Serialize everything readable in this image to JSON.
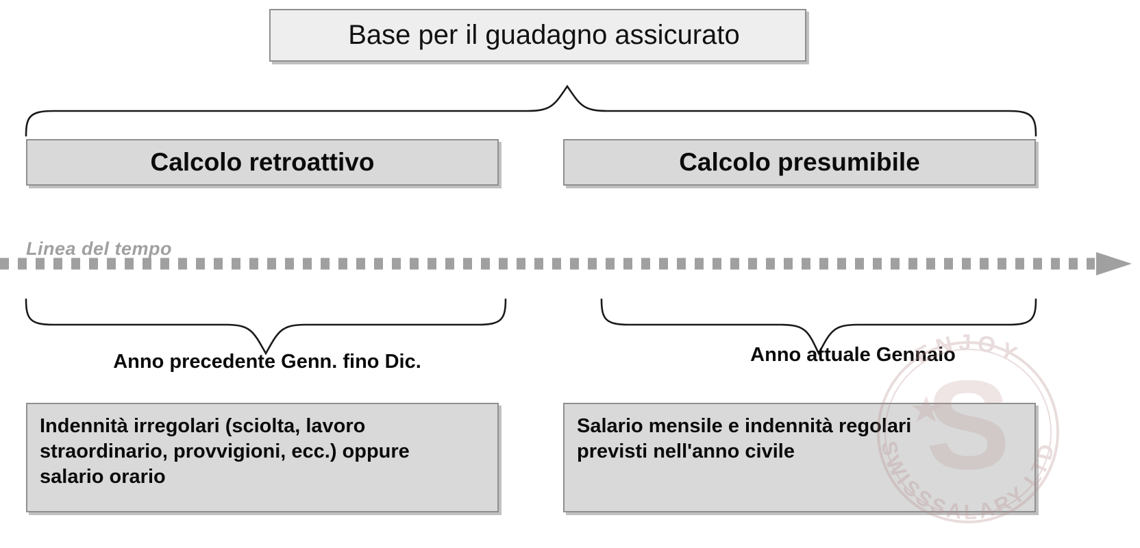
{
  "diagram": {
    "title_box": {
      "label": "Base per il guadagno assicurato"
    },
    "branches": [
      {
        "id": "retroactive",
        "label": "Calcolo retroattivo"
      },
      {
        "id": "presumed",
        "label": "Calcolo presumibile"
      }
    ],
    "timeline": {
      "label": "Linea del tempo",
      "style": "dotted-arrow-right",
      "color": "#a0a0a0"
    },
    "period_labels": [
      {
        "id": "previous-year",
        "label": "Anno precedente Genn. fino Dic."
      },
      {
        "id": "current-year",
        "label": "Anno attuale Gennaio"
      }
    ],
    "detail_boxes": [
      {
        "id": "irregular-allowances",
        "label": "Indennità irregolari (sciolta, lavoro\nstraordinario, provvigioni, ecc.) oppure\nsalario orario"
      },
      {
        "id": "regular-salary",
        "label": "Salario mensile e indennità regolari\nprevisti nell'anno civile"
      }
    ],
    "watermark": {
      "top_text": "ENJOY",
      "bottom_text": "SWISSSALARY LTD",
      "mark": "S",
      "color": "#b98f8f"
    },
    "colors": {
      "box_fill": "#d9d9d9",
      "title_fill": "#eeeeee",
      "box_border": "#8f8f8f",
      "text": "#0b0b0b",
      "timeline": "#a0a0a0",
      "brace": "#1a1a1a",
      "background": "#ffffff"
    }
  }
}
